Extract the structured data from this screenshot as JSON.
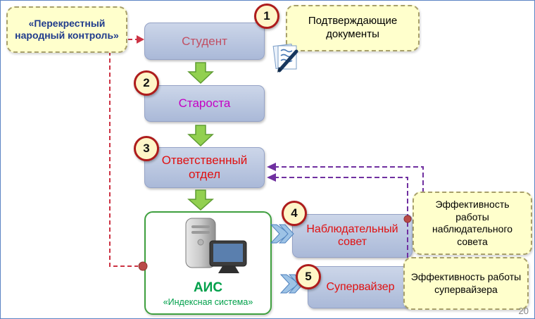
{
  "slide": {
    "page_number": "20"
  },
  "callouts": {
    "control": "«Перекрестный народный контроль»",
    "documents": "Подтверждающие документы",
    "board_effectiveness": "Эффективность работы наблюдательного совета",
    "supervisor_effectiveness": "Эффективность работы супервайзера"
  },
  "nodes": {
    "student": "Студент",
    "starosta": "Староста",
    "department": "Ответственный отдел",
    "board": "Наблюдательный совет",
    "supervisor": "Супервайзер",
    "ais_title": "АИС",
    "ais_subtitle": "«Индексная система»"
  },
  "badges": [
    "1",
    "2",
    "3",
    "4",
    "5"
  ],
  "colors": {
    "node_fill": "#b9c5de",
    "node_border": "#94a2c6",
    "student_text": "#c14f63",
    "starosta_text": "#c400c4",
    "red_text": "#e01010",
    "ais_green": "#00a04a",
    "ais_border": "#3fa03f",
    "callout_bg": "#ffffcc",
    "badge_fill": "#fff6c8",
    "badge_border": "#ae1c1c",
    "arrow_green": "#92d050",
    "chevron_blue": "#9dc3e6",
    "dashed_red": "#cc3344",
    "dashed_purple": "#7030a0",
    "dot_red": "#b94a48"
  }
}
